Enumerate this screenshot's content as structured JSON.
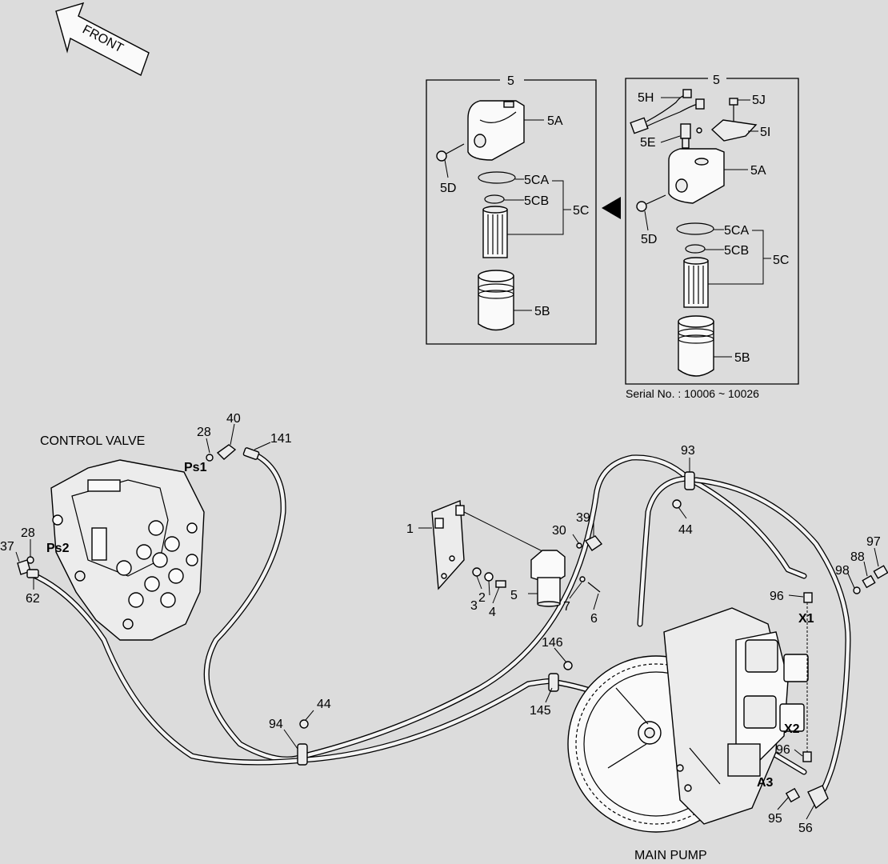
{
  "front_arrow": {
    "label": "FRONT"
  },
  "detail_left": {
    "title": "5",
    "callouts": {
      "a": "5A",
      "ca": "5CA",
      "cb": "5CB",
      "c": "5C",
      "d": "5D",
      "b": "5B"
    }
  },
  "detail_right": {
    "title": "5",
    "callouts": {
      "h": "5H",
      "j": "5J",
      "e": "5E",
      "i": "5I",
      "a": "5A",
      "ca": "5CA",
      "cb": "5CB",
      "c": "5C",
      "d": "5D",
      "b": "5B"
    },
    "serial": "Serial No. : 10006 ~ 10026"
  },
  "titles": {
    "control_valve": "CONTROL VALVE",
    "main_pump": "MAIN PUMP"
  },
  "ports": {
    "ps1": "Ps1",
    "ps2": "Ps2",
    "x1": "X1",
    "x2": "X2",
    "a3": "A3"
  },
  "callouts": {
    "c28a": "28",
    "c40": "40",
    "c141": "141",
    "c28b": "28",
    "c37": "37",
    "c62": "62",
    "c1": "1",
    "c2": "2",
    "c3": "3",
    "c4": "4",
    "c5": "5",
    "c7": "7",
    "c6": "6",
    "c30": "30",
    "c39": "39",
    "c93": "93",
    "c44a": "44",
    "c97": "97",
    "c88": "88",
    "c98": "98",
    "c96a": "96",
    "c146": "146",
    "c145": "145",
    "c44b": "44",
    "c94": "94",
    "c96b": "96",
    "c95": "95",
    "c56": "56"
  }
}
